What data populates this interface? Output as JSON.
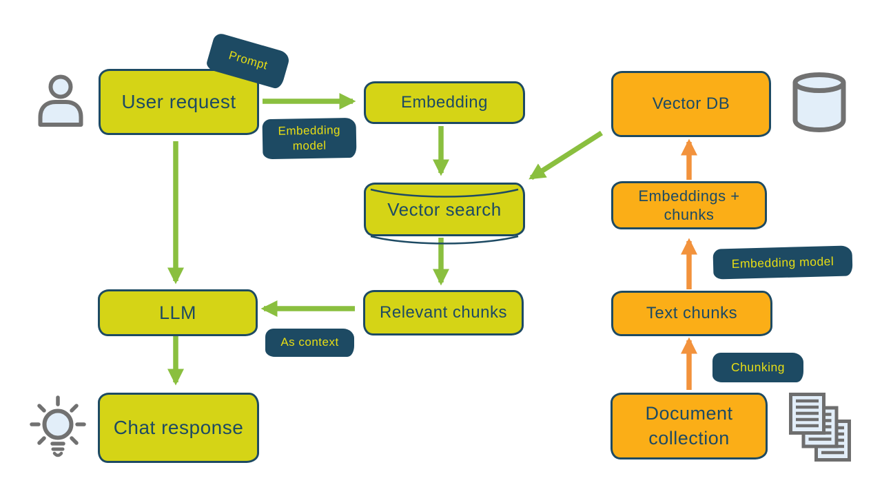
{
  "nodes": {
    "user_request": "User request",
    "embedding": "Embedding",
    "vector_search": "Vector search",
    "relevant_chunks": "Relevant chunks",
    "llm": "LLM",
    "chat_response": "Chat response",
    "vector_db": "Vector DB",
    "embeddings_chunks": "Embeddings + chunks",
    "text_chunks": "Text chunks",
    "document_collection": "Document collection"
  },
  "annotations": {
    "prompt": "Prompt",
    "embedding_model_query": "Embedding model",
    "as_context": "As context",
    "embedding_model_indexing": "Embedding model",
    "chunking": "Chunking"
  },
  "icons": {
    "user": "user-icon",
    "lightbulb": "lightbulb-icon",
    "database": "database-icon",
    "documents": "documents-icon"
  },
  "colors": {
    "node_green": "#d5d416",
    "node_orange": "#fbae17",
    "navy": "#1d4a63",
    "arrow_green": "#8abf3f",
    "arrow_orange": "#f2923c",
    "annotation_text": "#e8de14",
    "icon_stroke": "#717171",
    "icon_fill": "#e2eef9"
  }
}
